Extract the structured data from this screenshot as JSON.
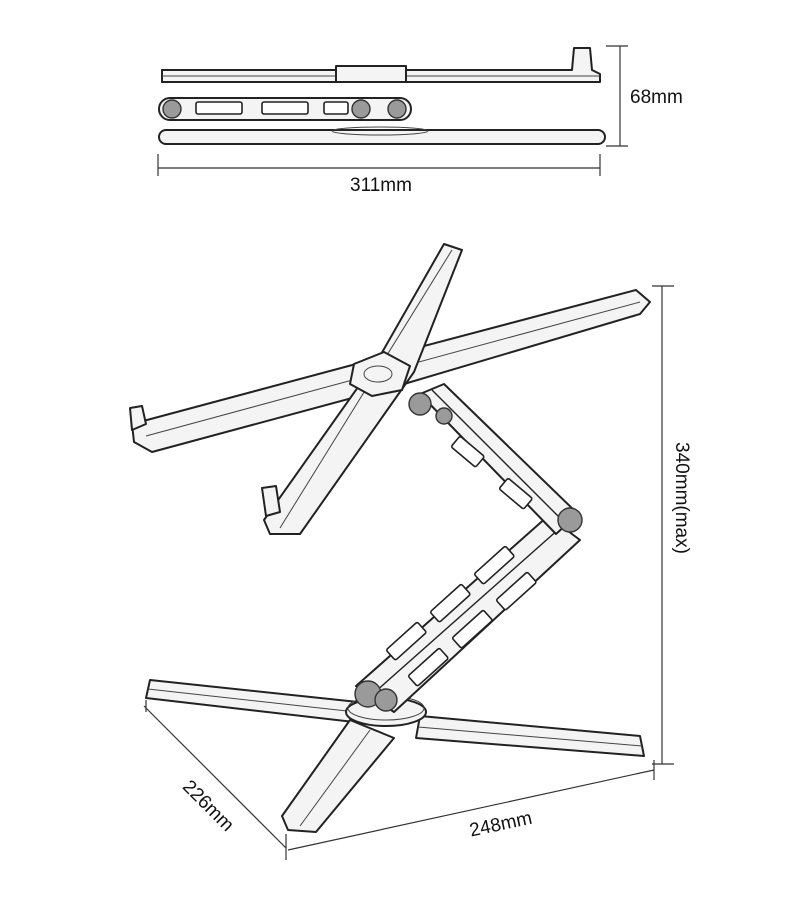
{
  "dimensions": {
    "height_folded": "68mm",
    "width_folded": "311mm",
    "height_max": "340mm(max)",
    "depth_base": "226mm",
    "width_base": "248mm"
  }
}
